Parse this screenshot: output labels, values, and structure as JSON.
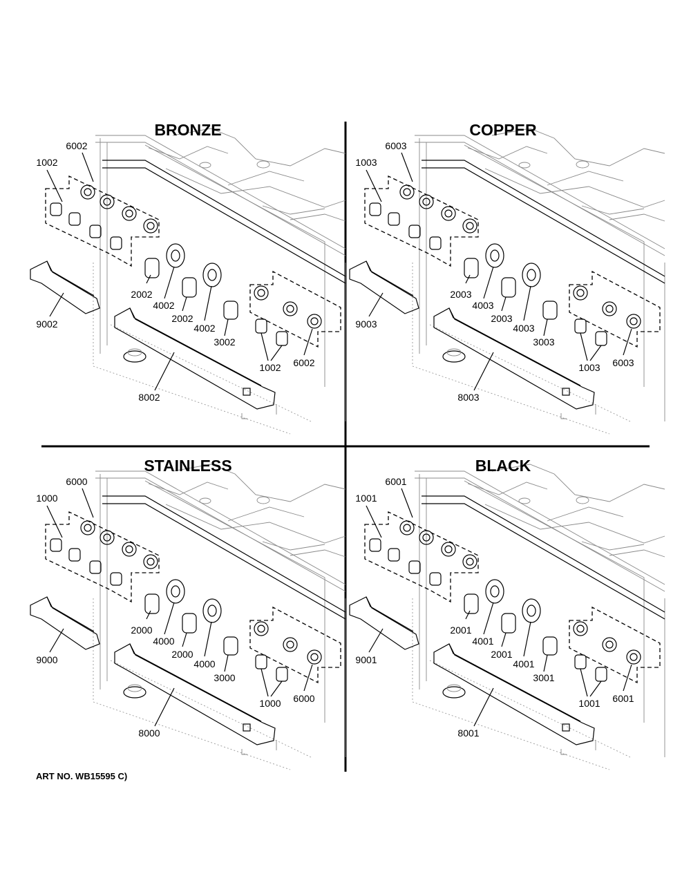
{
  "art_number": "ART NO. WB15595 C)",
  "panels": [
    {
      "title": "BRONZE",
      "knob_upper": "6002",
      "knob_left": "1002",
      "knob_bottom": "1002",
      "knob_right": "6002",
      "handle_small": "9002",
      "handle_large": "8002",
      "knob_a": "2002",
      "knob_b": "2002",
      "bezel_a": "4002",
      "bezel_b": "4002",
      "knob_c": "3002"
    },
    {
      "title": "COPPER",
      "knob_upper": "6003",
      "knob_left": "1003",
      "knob_bottom": "1003",
      "knob_right": "6003",
      "handle_small": "9003",
      "handle_large": "8003",
      "knob_a": "2003",
      "knob_b": "2003",
      "bezel_a": "4003",
      "bezel_b": "4003",
      "knob_c": "3003"
    },
    {
      "title": "STAINLESS",
      "knob_upper": "6000",
      "knob_left": "1000",
      "knob_bottom": "1000",
      "knob_right": "6000",
      "handle_small": "9000",
      "handle_large": "8000",
      "knob_a": "2000",
      "knob_b": "2000",
      "bezel_a": "4000",
      "bezel_b": "4000",
      "knob_c": "3000"
    },
    {
      "title": "BLACK",
      "knob_upper": "6001",
      "knob_left": "1001",
      "knob_bottom": "1001",
      "knob_right": "6001",
      "handle_small": "9001",
      "handle_large": "8001",
      "knob_a": "2001",
      "knob_b": "2001",
      "bezel_a": "4001",
      "bezel_b": "4001",
      "knob_c": "3001"
    }
  ]
}
